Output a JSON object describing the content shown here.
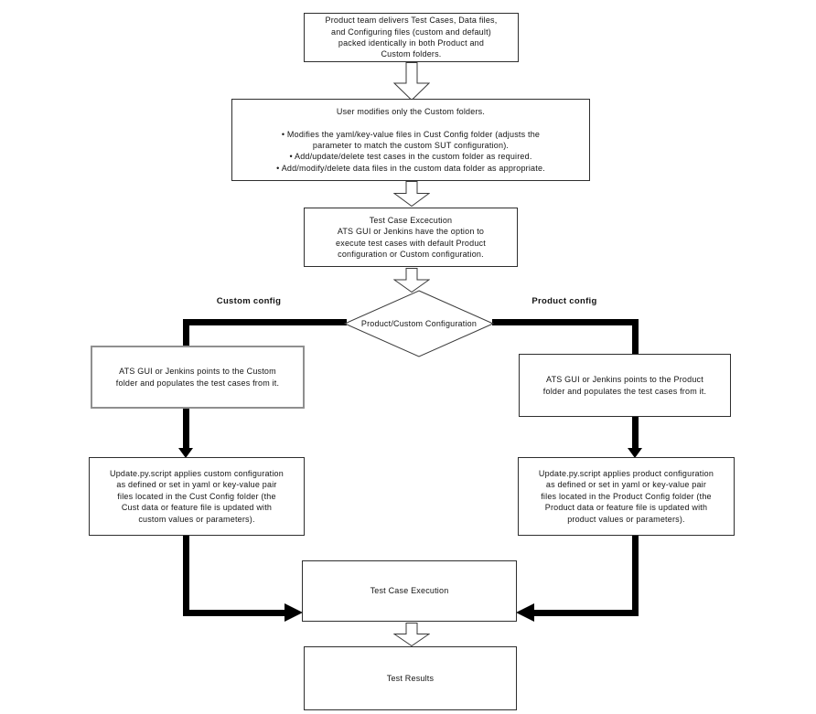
{
  "diagram": {
    "colors": {
      "background": "#ffffff",
      "line": "#000000",
      "box_border": "#2e2e2e",
      "gray_box_border": "#8f8f8f"
    },
    "nodes": {
      "delivery": "Product team delivers Test Cases, Data files,\nand Configuring files (custom and default)\npacked identically in both Product and\nCustom folders.",
      "user_modifies": "User modifies only the Custom folders.\n\n• Modifies the yaml/key-value files in Cust Config folder (adjusts the\nparameter to match the custom SUT configuration).\n• Add/update/delete test cases in the custom folder as required.\n• Add/modify/delete data files in the custom data folder as appropriate.",
      "execution_option": "Test Case Excecution\nATS GUI or Jenkins have the option to\nexecute test cases with default Product\nconfiguration or Custom configuration.",
      "decision": "Product/Custom Configuration",
      "custom_branch_label": "Custom config",
      "product_branch_label": "Product config",
      "ats_custom": "ATS GUI or Jenkins points to the Custom\nfolder and populates the test cases from it.",
      "ats_product": "ATS GUI or Jenkins points to the Product\nfolder and populates the test cases from it.",
      "update_custom": "Update.py.script applies custom configuration\nas defined or set in yaml or key-value pair\nfiles located in the Cust Config folder (the\nCust data or feature file is updated with\ncustom values or parameters).",
      "update_product": "Update.py.script applies product configuration\nas defined or set in yaml or key-value pair\nfiles located in the Product Config folder (the\nProduct data or feature file is updated with\nproduct values or parameters).",
      "test_case_execution": "Test Case Execution",
      "test_results": "Test Results"
    }
  }
}
